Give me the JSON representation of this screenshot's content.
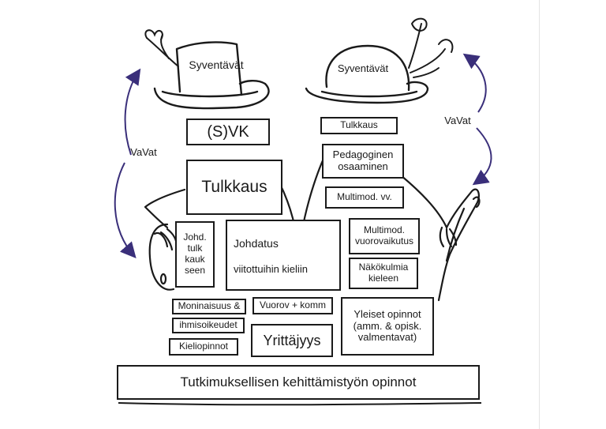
{
  "diagram": {
    "hats": {
      "left": "Syventävät",
      "right": "Syventävät"
    },
    "vavat": {
      "left": "VaVat",
      "right": "VaVat"
    },
    "left_figure": {
      "svk": "(S)VK",
      "tulkkaus": "Tulkkaus",
      "johd_tulk": "Johd.\ntulk\nkauk\nseen"
    },
    "right_figure": {
      "tulkkaus": "Tulkkaus",
      "pedagoginen": "Pedagoginen\nosaaminen",
      "multimod_vv": "Multimod. vv.",
      "multimod_vuorovaikutus": "Multimod.\nvuorovaikutus",
      "nakokulmia": "Näkökulmia\nkieleen"
    },
    "middle": {
      "johdatus": "Johdatus",
      "viitottuihin": "viitottuihin kieliin",
      "vuorov_komm": "Vuorov + komm",
      "yrittajyys": "Yrittäjyys"
    },
    "bottom_left": {
      "moninaisuus": "Moninaisuus &",
      "ihmisoikeudet": "ihmisoikeudet",
      "kieliopinnot": "Kieliopinnot"
    },
    "bottom_right": {
      "yleiset": "Yleiset opinnot\n(amm. & opisk.\nvalmentavat)"
    },
    "base": "Tutkimuksellisen kehittämistyön opinnot"
  }
}
